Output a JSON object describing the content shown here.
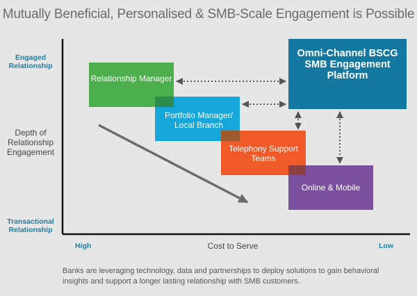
{
  "title": "Mutually Beneficial, Personalised & SMB-Scale Engagement is Possible",
  "y_axis": {
    "top": "Engaged Relationship",
    "middle": "Depth of Relationship Engagement",
    "bottom": "Transactional Relationship"
  },
  "x_axis": {
    "left": "High",
    "middle": "Cost to Serve",
    "right": "Low"
  },
  "boxes": {
    "relationship_manager": {
      "label": "Relationship Manager",
      "color": "#4cae4c"
    },
    "portfolio_manager": {
      "label": "Portfolio Manager/ Local Branch",
      "color": "#16a6d9"
    },
    "telephony": {
      "label": "Telephony Support Teams",
      "color": "#ef5a28"
    },
    "online": {
      "label": "Online & Mobile",
      "color": "#7a4f9e"
    },
    "platform": {
      "label": "Omni-Channel BSCG SMB Engagement Platform",
      "color": "#1478a1"
    }
  },
  "footnote": "Banks are leveraging technology, data and partnerships to deploy solutions to gain behavioral insights and support a longer lasting relationship with SMB customers."
}
